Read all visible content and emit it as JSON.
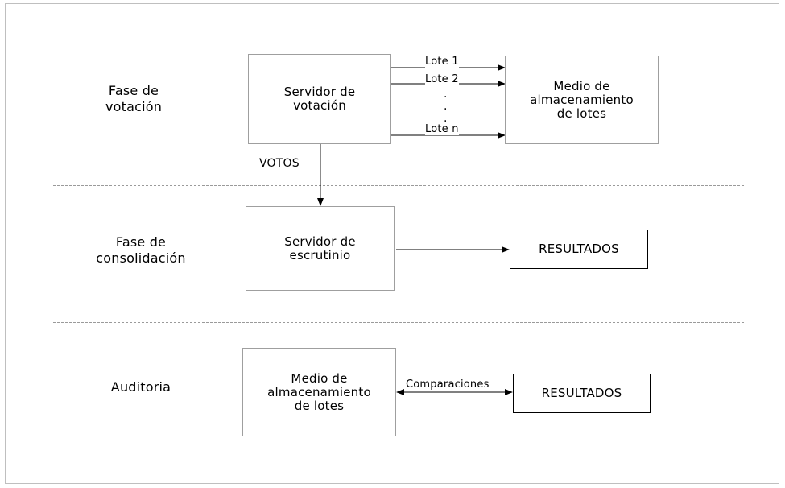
{
  "phases": {
    "votacion": [
      "Fase de",
      "votación"
    ],
    "consolidacion": [
      "Fase de",
      "consolidación"
    ],
    "auditoria": "Auditoria"
  },
  "boxes": {
    "servidor_votacion": [
      "Servidor de",
      "votación"
    ],
    "medio_almacenamiento_top": [
      "Medio de",
      "almacenamiento",
      "de lotes"
    ],
    "servidor_escrutinio": [
      "Servidor de",
      "escrutinio"
    ],
    "resultados_1": "RESULTADOS",
    "medio_almacenamiento_bottom": [
      "Medio de",
      "almacenamiento",
      "de lotes"
    ],
    "resultados_2": "RESULTADOS"
  },
  "edges": {
    "lote_1": "Lote 1",
    "lote_2": "Lote 2",
    "lote_dots": [
      ".",
      ".",
      "."
    ],
    "lote_n": "Lote n",
    "votos": "VOTOS",
    "comparaciones": "Comparaciones"
  }
}
